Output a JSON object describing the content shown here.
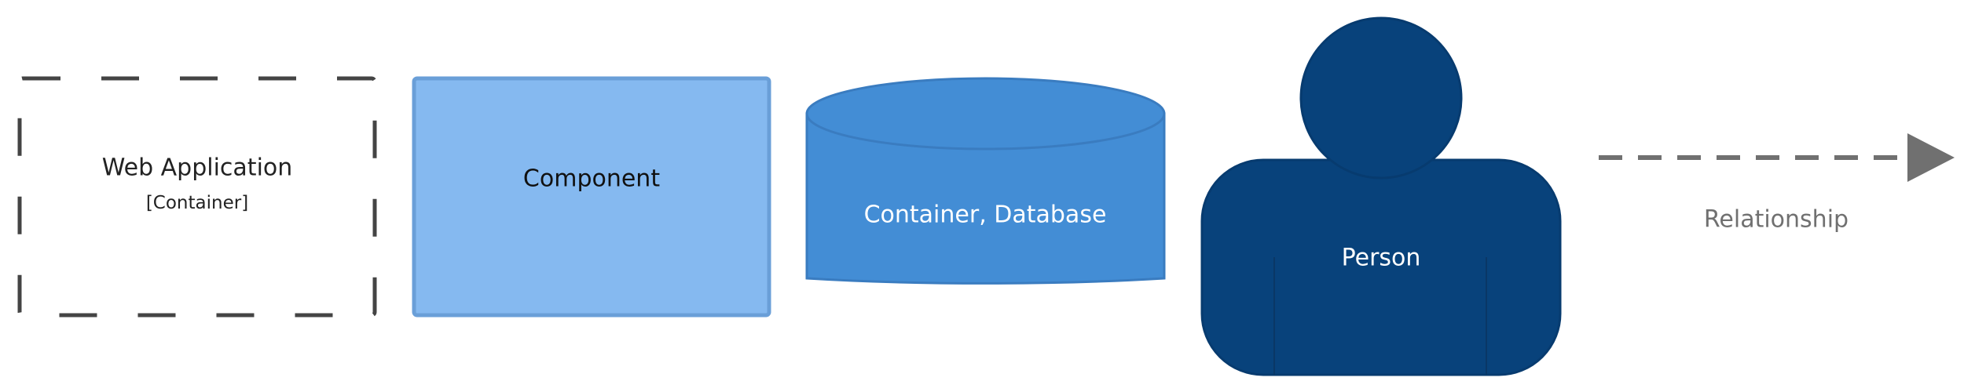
{
  "legend": {
    "web_application": {
      "title": "Web Application",
      "subtitle": "[Container]"
    },
    "component": {
      "title": "Component"
    },
    "database": {
      "title": "Container, Database"
    },
    "person": {
      "title": "Person"
    },
    "relationship": {
      "title": "Relationship"
    }
  },
  "colors": {
    "dash_border": "#444444",
    "component_fill": "#85b9f0",
    "component_stroke": "#6a9fd8",
    "database_fill": "#438dd5",
    "database_stroke": "#3a7cc0",
    "person_fill": "#08427b",
    "person_stroke": "#073b6f",
    "relationship": "#707070",
    "text_dark": "#222222",
    "text_light": "#ffffff",
    "text_muted": "#707070"
  }
}
